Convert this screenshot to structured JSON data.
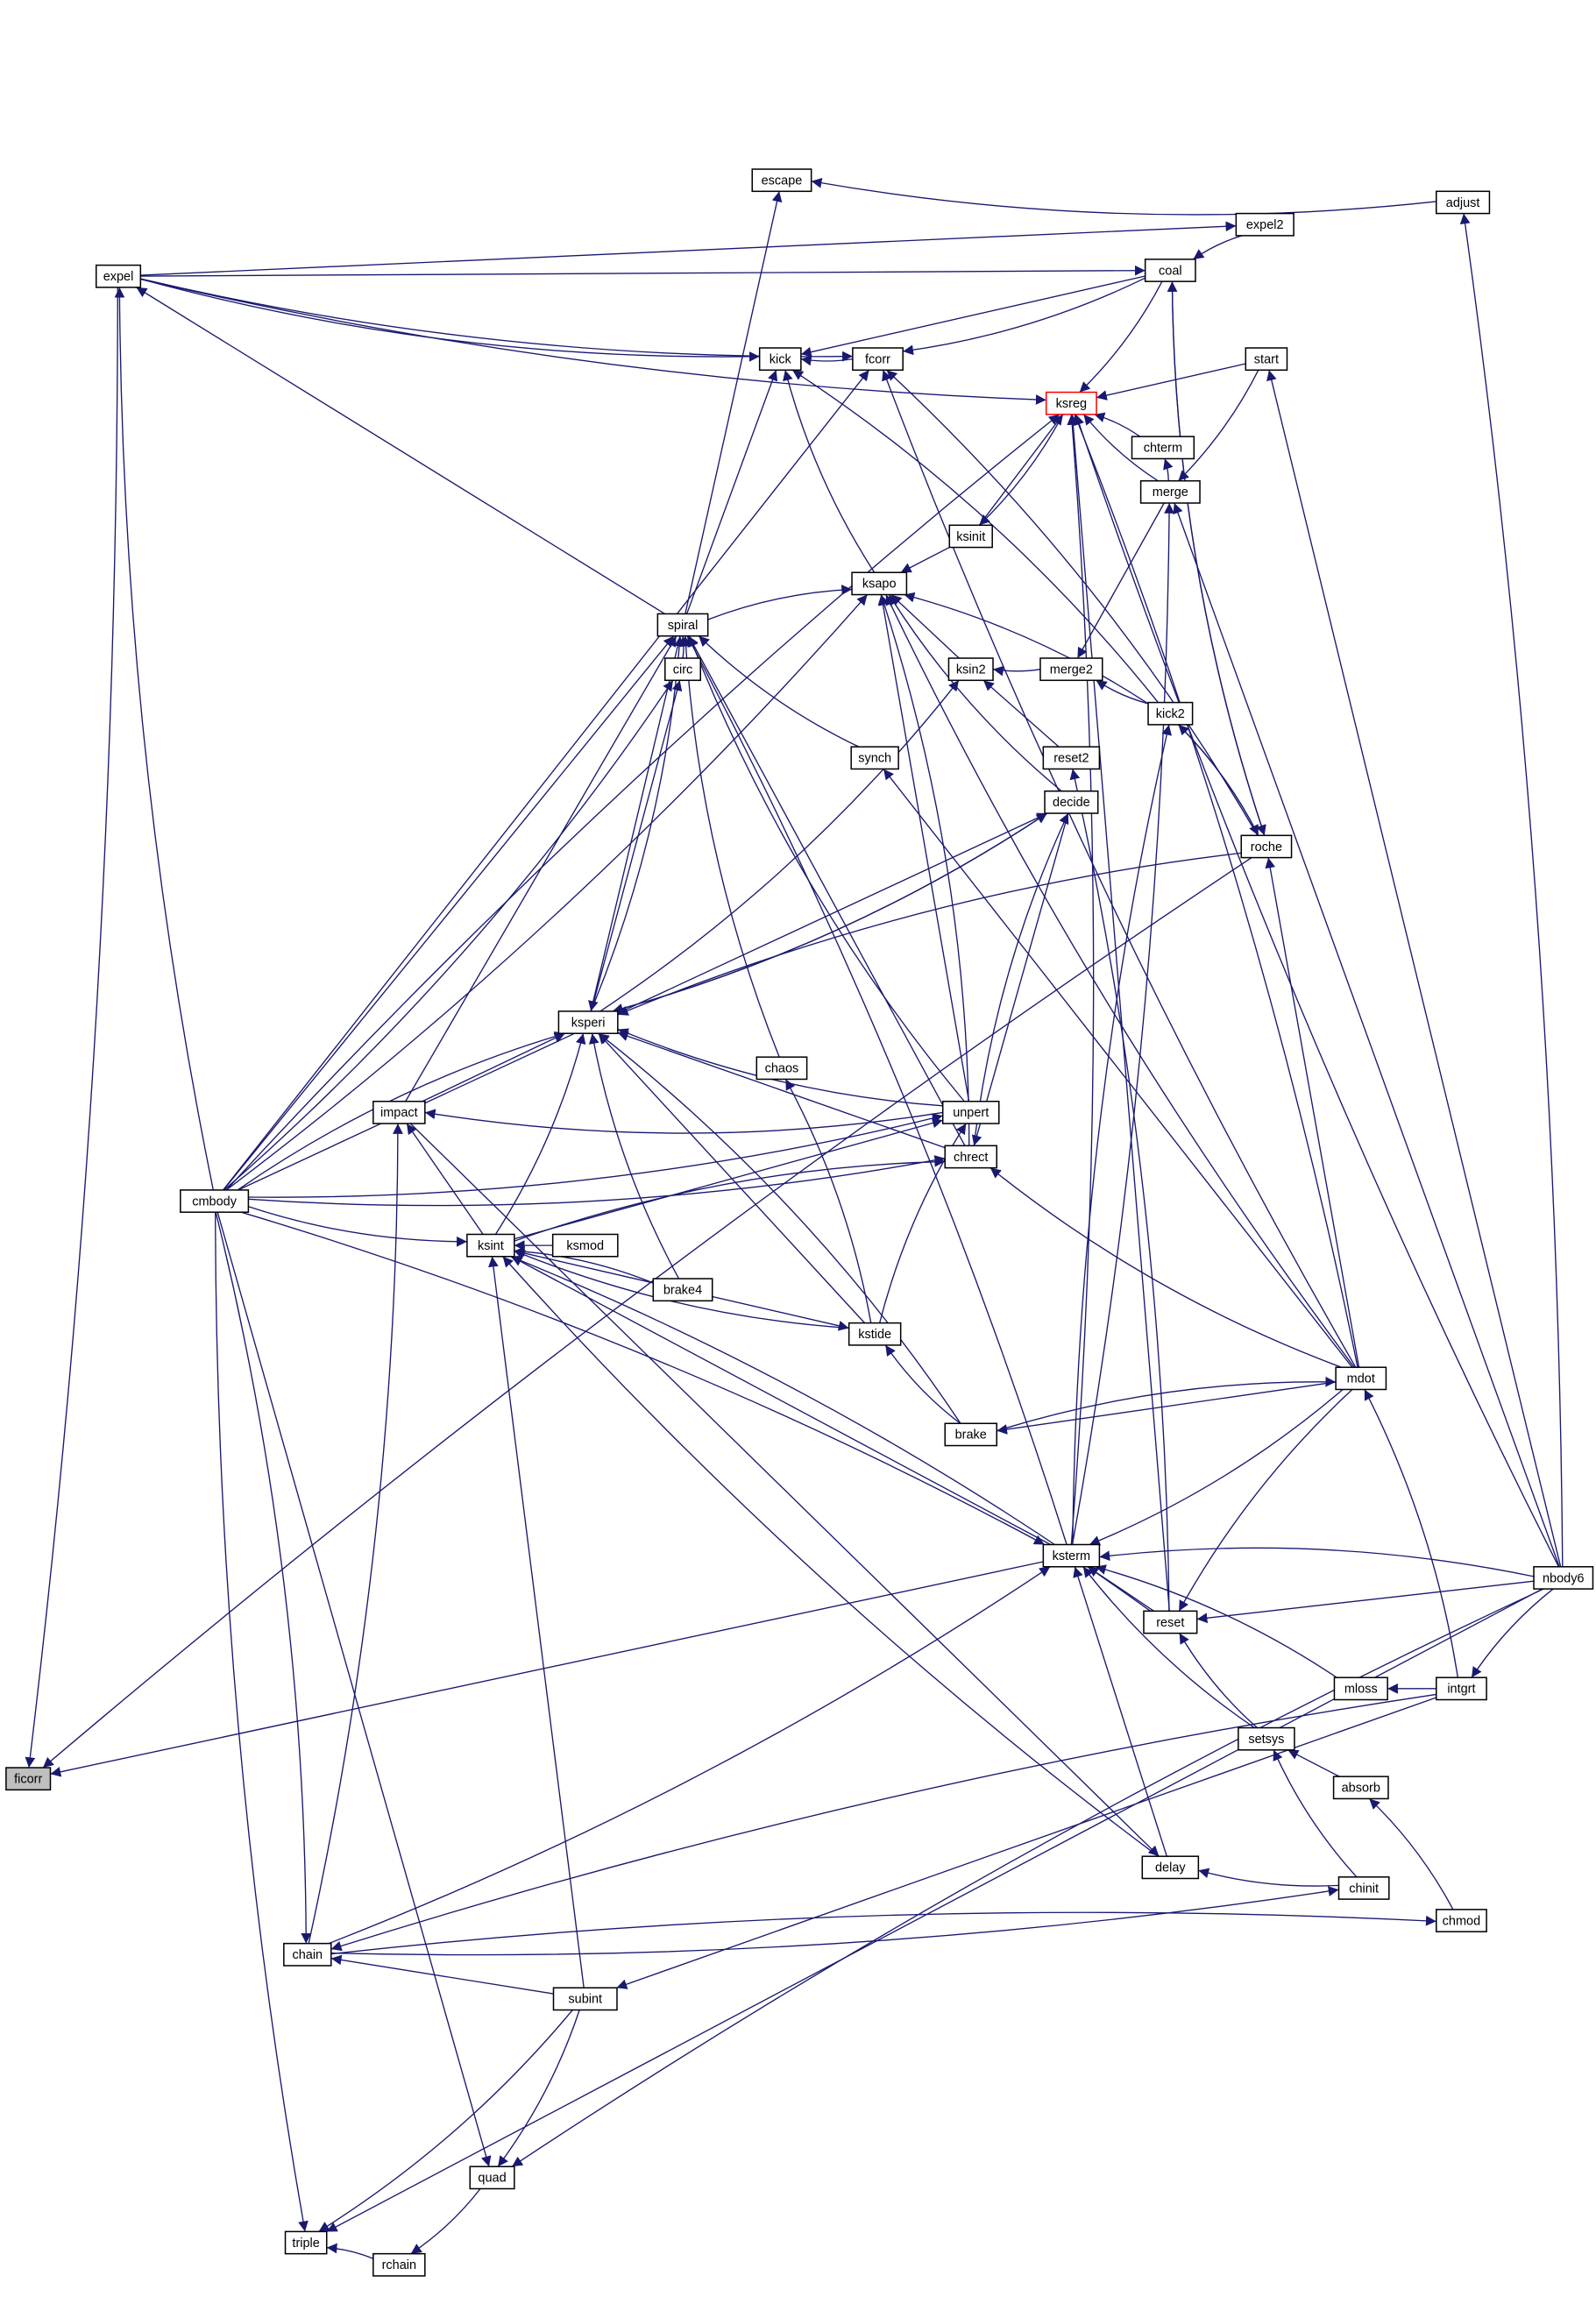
{
  "graph": {
    "type": "caller-graph",
    "root": "ficorr",
    "highlighted": "ksreg",
    "colors": {
      "edge": "#191970",
      "root_fill": "#bfbfbf",
      "highlight_border": "#ff0000"
    },
    "nodes": [
      "ficorr",
      "expel",
      "cmbody",
      "escape",
      "adjust",
      "expel2",
      "coal",
      "kick",
      "fcorr",
      "ksreg",
      "start",
      "chterm",
      "merge",
      "ksinit",
      "ksapo",
      "spiral",
      "circ",
      "ksin2",
      "merge2",
      "kick2",
      "synch",
      "reset2",
      "decide",
      "roche",
      "ksperi",
      "chaos",
      "impact",
      "unpert",
      "chrect",
      "ksint",
      "ksmod",
      "brake4",
      "kstide",
      "mdot",
      "brake",
      "ksterm",
      "nbody6",
      "reset",
      "mloss",
      "intgrt",
      "setsys",
      "absorb",
      "delay",
      "chinit",
      "chmod",
      "chain",
      "subint",
      "quad",
      "triple",
      "rchain"
    ],
    "edges": [
      [
        "ficorr",
        "expel"
      ],
      [
        "ficorr",
        "ksterm"
      ],
      [
        "ficorr",
        "roche"
      ],
      [
        "expel",
        "cmbody"
      ],
      [
        "expel",
        "spiral"
      ],
      [
        "ksreg",
        "expel"
      ],
      [
        "ksreg",
        "cmbody"
      ],
      [
        "ksreg",
        "ksinit"
      ],
      [
        "ksreg",
        "chterm"
      ],
      [
        "ksreg",
        "merge"
      ],
      [
        "ksreg",
        "start"
      ],
      [
        "ksreg",
        "mdot"
      ],
      [
        "ksreg",
        "nbody6"
      ],
      [
        "ksreg",
        "reset"
      ],
      [
        "ksreg",
        "ksterm"
      ],
      [
        "ksreg",
        "coal"
      ],
      [
        "coal",
        "expel"
      ],
      [
        "coal",
        "expel2"
      ],
      [
        "coal",
        "roche"
      ],
      [
        "expel2",
        "expel"
      ],
      [
        "adjust",
        "nbody6"
      ],
      [
        "escape",
        "adjust"
      ],
      [
        "escape",
        "spiral"
      ],
      [
        "kick",
        "expel"
      ],
      [
        "kick",
        "fcorr"
      ],
      [
        "kick",
        "coal"
      ],
      [
        "kick",
        "kick2"
      ],
      [
        "kick",
        "ksapo"
      ],
      [
        "kick",
        "spiral"
      ],
      [
        "fcorr",
        "expel"
      ],
      [
        "fcorr",
        "coal"
      ],
      [
        "fcorr",
        "cmbody"
      ],
      [
        "fcorr",
        "roche"
      ],
      [
        "fcorr",
        "mdot"
      ],
      [
        "start",
        "nbody6"
      ],
      [
        "chterm",
        "merge"
      ],
      [
        "merge",
        "start"
      ],
      [
        "merge",
        "nbody6"
      ],
      [
        "merge",
        "ksterm"
      ],
      [
        "ksinit",
        "ksreg"
      ],
      [
        "ksapo",
        "ksinit"
      ],
      [
        "ksapo",
        "cmbody"
      ],
      [
        "ksapo",
        "spiral"
      ],
      [
        "ksapo",
        "ksin2"
      ],
      [
        "ksapo",
        "kick2"
      ],
      [
        "ksapo",
        "decide"
      ],
      [
        "ksapo",
        "unpert"
      ],
      [
        "ksapo",
        "chrect"
      ],
      [
        "ksapo",
        "mdot"
      ],
      [
        "spiral",
        "cmbody"
      ],
      [
        "spiral",
        "circ"
      ],
      [
        "spiral",
        "synch"
      ],
      [
        "spiral",
        "impact"
      ],
      [
        "spiral",
        "ksperi"
      ],
      [
        "spiral",
        "chaos"
      ],
      [
        "spiral",
        "chrect"
      ],
      [
        "spiral",
        "ksterm"
      ],
      [
        "spiral",
        "unpert"
      ],
      [
        "circ",
        "ksperi"
      ],
      [
        "circ",
        "cmbody"
      ],
      [
        "ksin2",
        "merge2"
      ],
      [
        "ksin2",
        "reset2"
      ],
      [
        "ksin2",
        "ksperi"
      ],
      [
        "merge2",
        "kick2"
      ],
      [
        "merge2",
        "merge"
      ],
      [
        "kick2",
        "roche"
      ],
      [
        "kick2",
        "ksterm"
      ],
      [
        "synch",
        "mdot"
      ],
      [
        "reset2",
        "reset"
      ],
      [
        "decide",
        "chrect"
      ],
      [
        "decide",
        "cmbody"
      ],
      [
        "decide",
        "ksperi"
      ],
      [
        "roche",
        "kick2"
      ],
      [
        "roche",
        "mdot"
      ],
      [
        "roche",
        "coal"
      ],
      [
        "ksperi",
        "cmbody"
      ],
      [
        "ksperi",
        "impact"
      ],
      [
        "ksperi",
        "ksint"
      ],
      [
        "ksperi",
        "brake4"
      ],
      [
        "ksperi",
        "kstide"
      ],
      [
        "ksperi",
        "brake"
      ],
      [
        "ksperi",
        "unpert"
      ],
      [
        "ksperi",
        "chrect"
      ],
      [
        "ksperi",
        "roche"
      ],
      [
        "ksperi",
        "decide"
      ],
      [
        "ksperi",
        "spiral"
      ],
      [
        "chaos",
        "kstide"
      ],
      [
        "impact",
        "unpert"
      ],
      [
        "impact",
        "ksint"
      ],
      [
        "impact",
        "chain"
      ],
      [
        "unpert",
        "kstide"
      ],
      [
        "unpert",
        "ksint"
      ],
      [
        "unpert",
        "cmbody"
      ],
      [
        "chrect",
        "mdot"
      ],
      [
        "chrect",
        "decide"
      ],
      [
        "chrect",
        "cmbody"
      ],
      [
        "chrect",
        "ksint"
      ],
      [
        "ksint",
        "ksmod"
      ],
      [
        "ksint",
        "brake4"
      ],
      [
        "ksint",
        "kstide"
      ],
      [
        "ksint",
        "ksterm"
      ],
      [
        "ksint",
        "reset"
      ],
      [
        "ksint",
        "delay"
      ],
      [
        "ksint",
        "subint"
      ],
      [
        "ksint",
        "cmbody"
      ],
      [
        "kstide",
        "brake"
      ],
      [
        "kstide",
        "ksint"
      ],
      [
        "mdot",
        "intgrt"
      ],
      [
        "mdot",
        "brake"
      ],
      [
        "brake",
        "mdot"
      ],
      [
        "ksterm",
        "nbody6"
      ],
      [
        "ksterm",
        "mdot"
      ],
      [
        "ksterm",
        "reset"
      ],
      [
        "ksterm",
        "mloss"
      ],
      [
        "ksterm",
        "setsys"
      ],
      [
        "ksterm",
        "delay"
      ],
      [
        "ksterm",
        "chain"
      ],
      [
        "ksterm",
        "cmbody"
      ],
      [
        "reset",
        "nbody6"
      ],
      [
        "reset",
        "mdot"
      ],
      [
        "reset",
        "setsys"
      ],
      [
        "mloss",
        "intgrt"
      ],
      [
        "intgrt",
        "nbody6"
      ],
      [
        "setsys",
        "chinit"
      ],
      [
        "setsys",
        "absorb"
      ],
      [
        "absorb",
        "chmod"
      ],
      [
        "delay",
        "chinit"
      ],
      [
        "delay",
        "impact"
      ],
      [
        "chinit",
        "chain"
      ],
      [
        "chmod",
        "chain"
      ],
      [
        "chain",
        "subint"
      ],
      [
        "chain",
        "intgrt"
      ],
      [
        "chain",
        "cmbody"
      ],
      [
        "subint",
        "intgrt"
      ],
      [
        "quad",
        "nbody6"
      ],
      [
        "quad",
        "subint"
      ],
      [
        "quad",
        "cmbody"
      ],
      [
        "triple",
        "rchain"
      ],
      [
        "triple",
        "subint"
      ],
      [
        "triple",
        "nbody6"
      ],
      [
        "triple",
        "cmbody"
      ],
      [
        "rchain",
        "quad"
      ]
    ]
  }
}
